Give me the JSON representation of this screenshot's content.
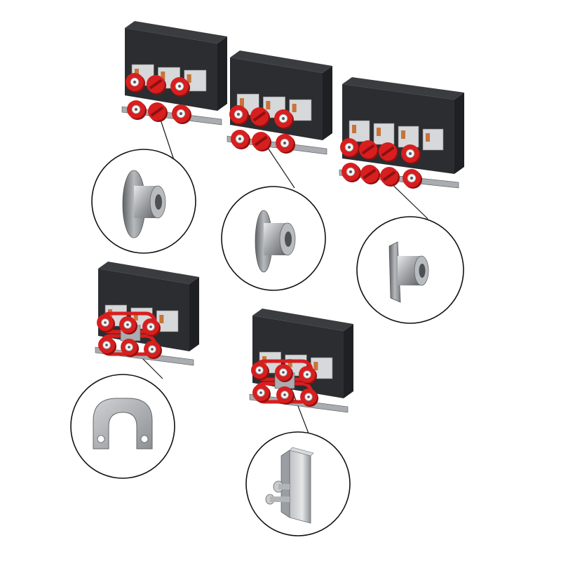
{
  "colors": {
    "background": "#ffffff",
    "housing_top": "#3a3c40",
    "housing_front": "#2b2d30",
    "housing_side": "#1f2023",
    "roller_red": "#d81e1e",
    "roller_dark_red": "#8e1010",
    "hub_white": "#f2f2f2",
    "copper": "#c8733a",
    "metal_light": "#d6d8da",
    "metal_mid": "#a9acb0",
    "metal_dark": "#6e7175",
    "callout_line": "#1a1a1a",
    "circle_stroke": "#111111"
  },
  "assemblies": [
    {
      "name": "feeder-unit-three-roller-a",
      "roller_columns": 3,
      "roller_rows": 2,
      "belt_drive": false
    },
    {
      "name": "feeder-unit-three-roller-b",
      "roller_columns": 3,
      "roller_rows": 2,
      "belt_drive": false
    },
    {
      "name": "feeder-unit-four-roller",
      "roller_columns": 4,
      "roller_rows": 2,
      "belt_drive": false
    },
    {
      "name": "feeder-unit-belt-a",
      "roller_columns": 3,
      "roller_rows": 2,
      "belt_drive": true
    },
    {
      "name": "feeder-unit-belt-b",
      "roller_columns": 3,
      "roller_rows": 2,
      "belt_drive": true
    }
  ],
  "details": [
    {
      "name": "detail-flat-flange-roller",
      "part": "flanged-roller",
      "icon": "roller-icon"
    },
    {
      "name": "detail-narrow-flange-roller",
      "part": "flanged-roller",
      "icon": "roller-icon"
    },
    {
      "name": "detail-beveled-roller",
      "part": "beveled-roller",
      "icon": "bevel-roller-icon"
    },
    {
      "name": "detail-belt-guide-plate",
      "part": "guide-plate",
      "icon": "plate-icon"
    },
    {
      "name": "detail-mounting-bracket",
      "part": "bracket",
      "icon": "bracket-icon"
    }
  ]
}
